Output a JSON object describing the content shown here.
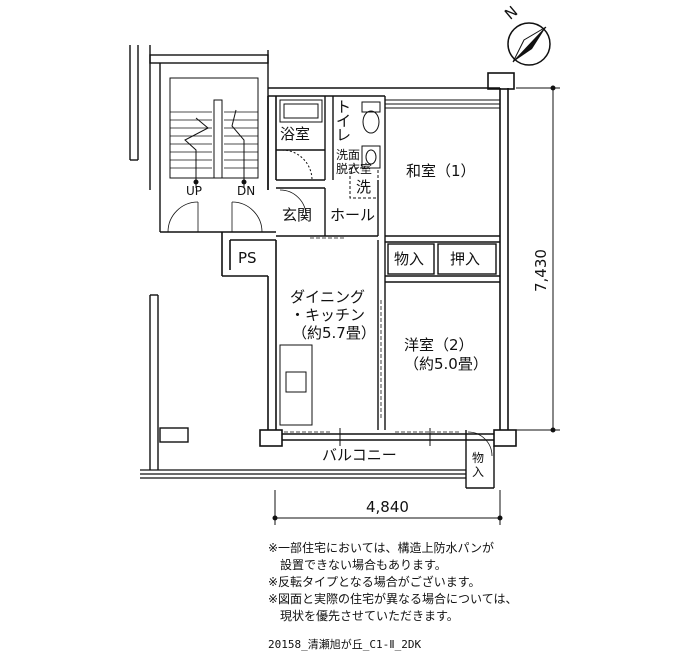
{
  "compass": {
    "north_label": "N"
  },
  "rooms": {
    "bath": "浴室",
    "toilet": "トイレ",
    "washroom_line1": "洗面",
    "washroom_line2": "脱衣室",
    "washer": "洗",
    "japanese_room": "和室（1）",
    "entrance": "玄関",
    "hall": "ホール",
    "ps": "PS",
    "storage1": "物入",
    "closet": "押入",
    "dining_line1": "ダイニング",
    "dining_line2": "・キッチン",
    "dining_line3": "（約5.7畳）",
    "western_line1": "洋室（2）",
    "western_line2": "（約5.0畳）",
    "balcony": "バルコニー",
    "storage2_line1": "物",
    "storage2_line2": "入"
  },
  "stairs": {
    "up": "UP",
    "down": "DN"
  },
  "dimensions": {
    "width": "4,840",
    "depth": "7,430"
  },
  "notes": [
    "※一部住宅においては、構造上防水パンが",
    "　設置できない場合もあります。",
    "※反転タイプとなる場合がございます。",
    "※図面と実際の住宅が異なる場合については、",
    "　現状を優先させていただきます。"
  ],
  "caption": "20158_清瀬旭が丘_C1-Ⅱ_2DK"
}
